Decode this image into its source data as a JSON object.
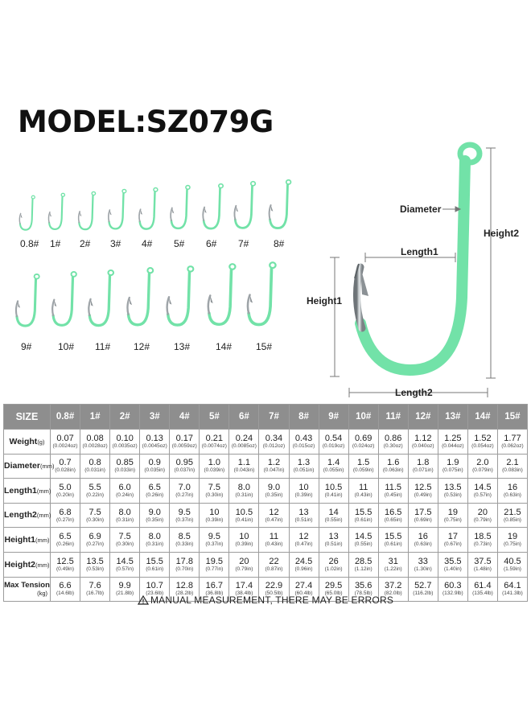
{
  "title": "MODEL:SZ079G",
  "hook_labels": [
    "0.8#",
    "1#",
    "2#",
    "3#",
    "4#",
    "5#",
    "6#",
    "7#",
    "8#",
    "9#",
    "10#",
    "11#",
    "12#",
    "13#",
    "14#",
    "15#"
  ],
  "diagram_labels": {
    "diameter": "Diameter",
    "length1": "Length1",
    "length2": "Length2",
    "height1": "Height1",
    "height2": "Height2"
  },
  "colors": {
    "hook_green": "#72e2a8",
    "hook_steel": "#9ea4a8",
    "table_header": "#8e8e8e"
  },
  "table": {
    "size_header": "SIZE",
    "sizes": [
      "0.8#",
      "1#",
      "2#",
      "3#",
      "4#",
      "5#",
      "6#",
      "7#",
      "8#",
      "9#",
      "10#",
      "11#",
      "12#",
      "13#",
      "14#",
      "15#"
    ],
    "rows": [
      {
        "label": "Weight",
        "unit": "(g)",
        "values": [
          [
            "0.07",
            "(0.0024oz)"
          ],
          [
            "0.08",
            "(0.0028oz)"
          ],
          [
            "0.10",
            "(0.0035oz)"
          ],
          [
            "0.13",
            "(0.0045oz)"
          ],
          [
            "0.17",
            "(0.0059oz)"
          ],
          [
            "0.21",
            "(0.0074oz)"
          ],
          [
            "0.24",
            "(0.0085oz)"
          ],
          [
            "0.34",
            "(0.012oz)"
          ],
          [
            "0.43",
            "(0.015oz)"
          ],
          [
            "0.54",
            "(0.019oz)"
          ],
          [
            "0.69",
            "(0.024oz)"
          ],
          [
            "0.86",
            "(0.30oz)"
          ],
          [
            "1.12",
            "(0.040oz)"
          ],
          [
            "1.25",
            "(0.044oz)"
          ],
          [
            "1.52",
            "(0.054oz)"
          ],
          [
            "1.77",
            "(0.062oz)"
          ]
        ]
      },
      {
        "label": "Diameter",
        "unit": "(mm)",
        "values": [
          [
            "0.7",
            "(0.028in)"
          ],
          [
            "0.8",
            "(0.031in)"
          ],
          [
            "0.85",
            "(0.033in)"
          ],
          [
            "0.9",
            "(0.035in)"
          ],
          [
            "0.95",
            "(0.037in)"
          ],
          [
            "1.0",
            "(0.039in)"
          ],
          [
            "1.1",
            "(0.043in)"
          ],
          [
            "1.2",
            "(0.047in)"
          ],
          [
            "1.3",
            "(0.051in)"
          ],
          [
            "1.4",
            "(0.055in)"
          ],
          [
            "1.5",
            "(0.059in)"
          ],
          [
            "1.6",
            "(0.063in)"
          ],
          [
            "1.8",
            "(0.071in)"
          ],
          [
            "1.9",
            "(0.075in)"
          ],
          [
            "2.0",
            "(0.079in)"
          ],
          [
            "2.1",
            "(0.083in)"
          ]
        ]
      },
      {
        "label": "Length1",
        "unit": "(mm)",
        "values": [
          [
            "5.0",
            "(0.20in)"
          ],
          [
            "5.5",
            "(0.22in)"
          ],
          [
            "6.0",
            "(0.24in)"
          ],
          [
            "6.5",
            "(0.26in)"
          ],
          [
            "7.0",
            "(0.27in)"
          ],
          [
            "7.5",
            "(0.30in)"
          ],
          [
            "8.0",
            "(0.31in)"
          ],
          [
            "9.0",
            "(0.35in)"
          ],
          [
            "10",
            "(0.39in)"
          ],
          [
            "10.5",
            "(0.41in)"
          ],
          [
            "11",
            "(0.43in)"
          ],
          [
            "11.5",
            "(0.45in)"
          ],
          [
            "12.5",
            "(0.49in)"
          ],
          [
            "13.5",
            "(0.53in)"
          ],
          [
            "14.5",
            "(0.57in)"
          ],
          [
            "16",
            "(0.63in)"
          ]
        ]
      },
      {
        "label": "Length2",
        "unit": "(mm)",
        "values": [
          [
            "6.8",
            "(0.27in)"
          ],
          [
            "7.5",
            "(0.30in)"
          ],
          [
            "8.0",
            "(0.31in)"
          ],
          [
            "9.0",
            "(0.35in)"
          ],
          [
            "9.5",
            "(0.37in)"
          ],
          [
            "10",
            "(0.39in)"
          ],
          [
            "10.5",
            "(0.41in)"
          ],
          [
            "12",
            "(0.47in)"
          ],
          [
            "13",
            "(0.51in)"
          ],
          [
            "14",
            "(0.55in)"
          ],
          [
            "15.5",
            "(0.61in)"
          ],
          [
            "16.5",
            "(0.65in)"
          ],
          [
            "17.5",
            "(0.69in)"
          ],
          [
            "19",
            "(0.75in)"
          ],
          [
            "20",
            "(0.79in)"
          ],
          [
            "21.5",
            "(0.85in)"
          ]
        ]
      },
      {
        "label": "Height1",
        "unit": "(mm)",
        "values": [
          [
            "6.5",
            "(0.26in)"
          ],
          [
            "6.9",
            "(0.27in)"
          ],
          [
            "7.5",
            "(0.30in)"
          ],
          [
            "8.0",
            "(0.31in)"
          ],
          [
            "8.5",
            "(0.33in)"
          ],
          [
            "9.5",
            "(0.37in)"
          ],
          [
            "10",
            "(0.39in)"
          ],
          [
            "11",
            "(0.43in)"
          ],
          [
            "12",
            "(0.47in)"
          ],
          [
            "13",
            "(0.51in)"
          ],
          [
            "14.5",
            "(0.55in)"
          ],
          [
            "15.5",
            "(0.61in)"
          ],
          [
            "16",
            "(0.63in)"
          ],
          [
            "17",
            "(0.67in)"
          ],
          [
            "18.5",
            "(0.73in)"
          ],
          [
            "19",
            "(0.75in)"
          ]
        ]
      },
      {
        "label": "Height2",
        "unit": "(mm)",
        "values": [
          [
            "12.5",
            "(0.49in)"
          ],
          [
            "13.5",
            "(0.53in)"
          ],
          [
            "14.5",
            "(0.57in)"
          ],
          [
            "15.5",
            "(0.61in)"
          ],
          [
            "17.8",
            "(0.70in)"
          ],
          [
            "19.5",
            "(0.77in)"
          ],
          [
            "20",
            "(0.79in)"
          ],
          [
            "22",
            "(0.87in)"
          ],
          [
            "24.5",
            "(0.96in)"
          ],
          [
            "26",
            "(1.02in)"
          ],
          [
            "28.5",
            "(1.12in)"
          ],
          [
            "31",
            "(1.22in)"
          ],
          [
            "33",
            "(1.30in)"
          ],
          [
            "35.5",
            "(1.40in)"
          ],
          [
            "37.5",
            "(1.48in)"
          ],
          [
            "40.5",
            "(1.59in)"
          ]
        ]
      },
      {
        "label": "Max Tension",
        "unit": "(kg)",
        "values": [
          [
            "6.6",
            "(14.6lb)"
          ],
          [
            "7.6",
            "(16.7lb)"
          ],
          [
            "9.9",
            "(21.8lb)"
          ],
          [
            "10.7",
            "(23.6lb)"
          ],
          [
            "12.8",
            "(28.2lb)"
          ],
          [
            "16.7",
            "(36.8lb)"
          ],
          [
            "17.4",
            "(38.4lb)"
          ],
          [
            "22.9",
            "(50.5lb)"
          ],
          [
            "27.4",
            "(60.4lb)"
          ],
          [
            "29.5",
            "(65.0lb)"
          ],
          [
            "35.6",
            "(78.5lb)"
          ],
          [
            "37.2",
            "(82.0lb)"
          ],
          [
            "52.7",
            "(116.2lb)"
          ],
          [
            "60.3",
            "(132.9lb)"
          ],
          [
            "61.4",
            "(135.4lb)"
          ],
          [
            "64.1",
            "(141.3lb)"
          ]
        ]
      }
    ]
  },
  "note": "MANUAL MEASUREMENT, THERE MAY BE ERRORS"
}
